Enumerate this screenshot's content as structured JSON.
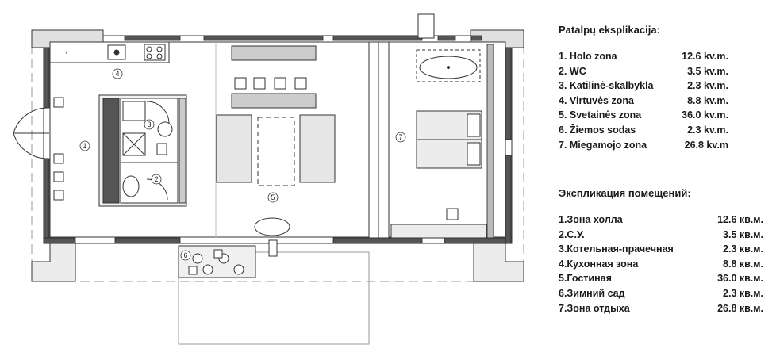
{
  "plan": {
    "room_numbers": [
      "1",
      "2",
      "3",
      "4",
      "5",
      "6",
      "7"
    ]
  },
  "legend_lt": {
    "title": "Patalpų eksplikacija:",
    "rows": [
      {
        "name": "1. Holo zona",
        "area": "12.6 kv.m."
      },
      {
        "name": "2. WC",
        "area": "3.5 kv.m."
      },
      {
        "name": "3. Katilinė-skalbykla",
        "area": "2.3 kv.m."
      },
      {
        "name": "4. Virtuvės zona",
        "area": "8.8  kv.m."
      },
      {
        "name": "5. Svetainės zona",
        "area": "36.0 kv.m."
      },
      {
        "name": "6. Žiemos sodas",
        "area": "2.3 kv.m."
      },
      {
        "name": "7. Miegamojo zona",
        "area": "26.8 kv.m"
      }
    ]
  },
  "legend_ru": {
    "title": "Экспликация помещений:",
    "rows": [
      {
        "name": "1.Зона холла",
        "area": "12.6 кв.м."
      },
      {
        "name": "2.С.У.",
        "area": "3.5 кв.м."
      },
      {
        "name": "3.Котельная-прачечная",
        "area": "2.3 кв.м."
      },
      {
        "name": "4.Кухонная зона",
        "area": "8.8 кв.м."
      },
      {
        "name": "5.Гостиная",
        "area": "36.0 кв.м."
      },
      {
        "name": "6.Зимний сад",
        "area": "2.3 кв.м."
      },
      {
        "name": "7.Зона отдыха",
        "area": "26.8 кв.м."
      }
    ]
  }
}
